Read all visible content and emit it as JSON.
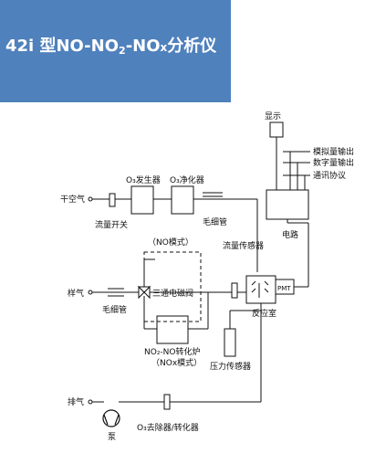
{
  "title": {
    "prefix": "42i 型NO-NO",
    "sub1": "2",
    "mid": "-NO",
    "sub2": "x",
    "suffix": "分析仪"
  },
  "labels": {
    "display": "显示",
    "analog_out": "模拟量输出",
    "digital_out": "数字量输出",
    "comm": "通讯协议",
    "dry_air": "干空气",
    "flow_switch": "流量开关",
    "o3_gen": "O₃发生器",
    "o3_clean": "O₃净化器",
    "capillary_top": "毛细管",
    "circuit": "电路",
    "no_mode": "（NO模式）",
    "flow_sensor": "流量传感器",
    "sample_gas": "样气",
    "three_way": "三通电磁阀",
    "capillary_left": "毛细管",
    "pmt": "PMT",
    "reaction": "反应室",
    "converter": "NO₂-NO转化炉",
    "nox_mode": "（NOx模式）",
    "pressure_sensor": "压力传感器",
    "exhaust": "排气",
    "pump": "泵",
    "o3_remover": "O₃去除器/转化器"
  }
}
